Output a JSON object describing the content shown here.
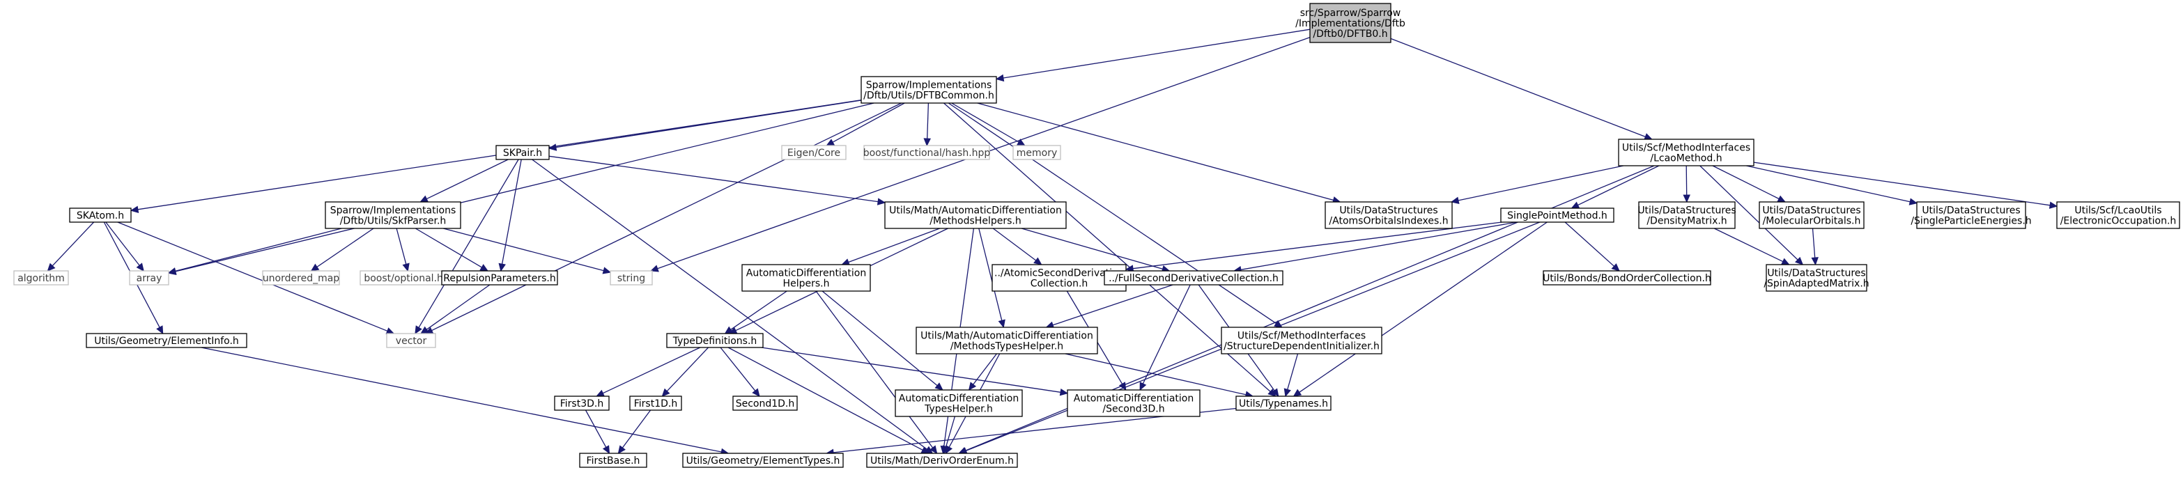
{
  "colors": {
    "edge": "#191970",
    "root_fill": "#bfbfbf",
    "node_border": "#000000",
    "system_border": "#bfbfbf",
    "system_text": "#404040",
    "node_text": "#000000"
  },
  "nodes": [
    {
      "id": "root",
      "lines": [
        "src/Sparrow/Sparrow",
        "/Implementations/Dftb",
        "/Dftb0/DFTB0.h"
      ],
      "kind": "root"
    },
    {
      "id": "dftbcommon",
      "lines": [
        "Sparrow/Implementations",
        "/Dftb/Utils/DFTBCommon.h"
      ],
      "kind": "file"
    },
    {
      "id": "lcaomethod",
      "lines": [
        "Utils/Scf/MethodInterfaces",
        "/LcaoMethod.h"
      ],
      "kind": "file"
    },
    {
      "id": "skpair",
      "lines": [
        "SKPair.h"
      ],
      "kind": "file"
    },
    {
      "id": "eigencore",
      "lines": [
        "Eigen/Core"
      ],
      "kind": "system"
    },
    {
      "id": "boosthash",
      "lines": [
        "boost/functional/hash.hpp"
      ],
      "kind": "system"
    },
    {
      "id": "memory",
      "lines": [
        "memory"
      ],
      "kind": "system"
    },
    {
      "id": "skatom",
      "lines": [
        "SKAtom.h"
      ],
      "kind": "file"
    },
    {
      "id": "skfparser",
      "lines": [
        "Sparrow/Implementations",
        "/Dftb/Utils/SkfParser.h"
      ],
      "kind": "file"
    },
    {
      "id": "methodshelpers",
      "lines": [
        "Utils/Math/AutomaticDifferentiation",
        "/MethodsHelpers.h"
      ],
      "kind": "file"
    },
    {
      "id": "atomsorbitals",
      "lines": [
        "Utils/DataStructures",
        "/AtomsOrbitalsIndexes.h"
      ],
      "kind": "file"
    },
    {
      "id": "singlepoint",
      "lines": [
        "SinglePointMethod.h"
      ],
      "kind": "file"
    },
    {
      "id": "densitymatrix",
      "lines": [
        "Utils/DataStructures",
        "/DensityMatrix.h"
      ],
      "kind": "file"
    },
    {
      "id": "molecularorbitals",
      "lines": [
        "Utils/DataStructures",
        "/MolecularOrbitals.h"
      ],
      "kind": "file"
    },
    {
      "id": "singleparticle",
      "lines": [
        "Utils/DataStructures",
        "/SingleParticleEnergies.h"
      ],
      "kind": "file"
    },
    {
      "id": "electronicocc",
      "lines": [
        "Utils/Scf/LcaoUtils",
        "/ElectronicOccupation.h"
      ],
      "kind": "file"
    },
    {
      "id": "algorithm",
      "lines": [
        "algorithm"
      ],
      "kind": "system"
    },
    {
      "id": "array",
      "lines": [
        "array"
      ],
      "kind": "system"
    },
    {
      "id": "unorderedmap",
      "lines": [
        "unordered_map"
      ],
      "kind": "system"
    },
    {
      "id": "boostoptional",
      "lines": [
        "boost/optional.hpp"
      ],
      "kind": "system"
    },
    {
      "id": "repulsion",
      "lines": [
        "RepulsionParameters.h"
      ],
      "kind": "file"
    },
    {
      "id": "string",
      "lines": [
        "string"
      ],
      "kind": "system"
    },
    {
      "id": "adhelpers",
      "lines": [
        "AutomaticDifferentiation",
        "Helpers.h"
      ],
      "kind": "file"
    },
    {
      "id": "atomicsecond",
      "lines": [
        "../AtomicSecondDerivative",
        "Collection.h"
      ],
      "kind": "file"
    },
    {
      "id": "fullsecond",
      "lines": [
        "../FullSecondDerivativeCollection.h"
      ],
      "kind": "file"
    },
    {
      "id": "bondorder",
      "lines": [
        "Utils/Bonds/BondOrderCollection.h"
      ],
      "kind": "file"
    },
    {
      "id": "spinadapted",
      "lines": [
        "Utils/DataStructures",
        "/SpinAdaptedMatrix.h"
      ],
      "kind": "file"
    },
    {
      "id": "elementinfo",
      "lines": [
        "Utils/Geometry/ElementInfo.h"
      ],
      "kind": "file"
    },
    {
      "id": "vector",
      "lines": [
        "vector"
      ],
      "kind": "system"
    },
    {
      "id": "typedefs",
      "lines": [
        "TypeDefinitions.h"
      ],
      "kind": "file"
    },
    {
      "id": "methodstypes",
      "lines": [
        "Utils/Math/AutomaticDifferentiation",
        "/MethodsTypesHelper.h"
      ],
      "kind": "file"
    },
    {
      "id": "structuredep",
      "lines": [
        "Utils/Scf/MethodInterfaces",
        "/StructureDependentInitializer.h"
      ],
      "kind": "file"
    },
    {
      "id": "first3d",
      "lines": [
        "First3D.h"
      ],
      "kind": "file"
    },
    {
      "id": "first1d",
      "lines": [
        "First1D.h"
      ],
      "kind": "file"
    },
    {
      "id": "second1d",
      "lines": [
        "Second1D.h"
      ],
      "kind": "file"
    },
    {
      "id": "adtypes",
      "lines": [
        "AutomaticDifferentiation",
        "TypesHelper.h"
      ],
      "kind": "file"
    },
    {
      "id": "second3d",
      "lines": [
        "AutomaticDifferentiation",
        "/Second3D.h"
      ],
      "kind": "file"
    },
    {
      "id": "typenames",
      "lines": [
        "Utils/Typenames.h"
      ],
      "kind": "file"
    },
    {
      "id": "firstbase",
      "lines": [
        "FirstBase.h"
      ],
      "kind": "file"
    },
    {
      "id": "elementtypes",
      "lines": [
        "Utils/Geometry/ElementTypes.h"
      ],
      "kind": "file"
    },
    {
      "id": "derivorder",
      "lines": [
        "Utils/Math/DerivOrderEnum.h"
      ],
      "kind": "file"
    }
  ],
  "edges": [
    [
      "root",
      "dftbcommon"
    ],
    [
      "root",
      "lcaomethod"
    ],
    [
      "root",
      "string"
    ],
    [
      "dftbcommon",
      "skpair"
    ],
    [
      "dftbcommon",
      "eigencore"
    ],
    [
      "dftbcommon",
      "boosthash"
    ],
    [
      "dftbcommon",
      "memory"
    ],
    [
      "dftbcommon",
      "skatom"
    ],
    [
      "dftbcommon",
      "array"
    ],
    [
      "dftbcommon",
      "atomsorbitals"
    ],
    [
      "dftbcommon",
      "vector"
    ],
    [
      "dftbcommon",
      "structuredep"
    ],
    [
      "dftbcommon",
      "typenames"
    ],
    [
      "skpair",
      "skfparser"
    ],
    [
      "skpair",
      "methodshelpers"
    ],
    [
      "skpair",
      "repulsion"
    ],
    [
      "skpair",
      "vector"
    ],
    [
      "skpair",
      "derivorder"
    ],
    [
      "skatom",
      "algorithm"
    ],
    [
      "skatom",
      "array"
    ],
    [
      "skatom",
      "elementinfo"
    ],
    [
      "skatom",
      "vector"
    ],
    [
      "skfparser",
      "array"
    ],
    [
      "skfparser",
      "unorderedmap"
    ],
    [
      "skfparser",
      "boostoptional"
    ],
    [
      "skfparser",
      "repulsion"
    ],
    [
      "skfparser",
      "string"
    ],
    [
      "methodshelpers",
      "adhelpers"
    ],
    [
      "methodshelpers",
      "atomicsecond"
    ],
    [
      "methodshelpers",
      "fullsecond"
    ],
    [
      "methodshelpers",
      "typedefs"
    ],
    [
      "methodshelpers",
      "methodstypes"
    ],
    [
      "methodshelpers",
      "derivorder"
    ],
    [
      "lcaomethod",
      "atomsorbitals"
    ],
    [
      "lcaomethod",
      "singlepoint"
    ],
    [
      "lcaomethod",
      "densitymatrix"
    ],
    [
      "lcaomethod",
      "molecularorbitals"
    ],
    [
      "lcaomethod",
      "singleparticle"
    ],
    [
      "lcaomethod",
      "electronicocc"
    ],
    [
      "lcaomethod",
      "spinadapted"
    ],
    [
      "lcaomethod",
      "derivorder"
    ],
    [
      "singlepoint",
      "atomicsecond"
    ],
    [
      "singlepoint",
      "fullsecond"
    ],
    [
      "singlepoint",
      "bondorder"
    ],
    [
      "singlepoint",
      "typenames"
    ],
    [
      "singlepoint",
      "derivorder"
    ],
    [
      "densitymatrix",
      "spinadapted"
    ],
    [
      "molecularorbitals",
      "spinadapted"
    ],
    [
      "repulsion",
      "vector"
    ],
    [
      "adhelpers",
      "typedefs"
    ],
    [
      "adhelpers",
      "adtypes"
    ],
    [
      "adhelpers",
      "derivorder"
    ],
    [
      "atomicsecond",
      "second3d"
    ],
    [
      "fullsecond",
      "methodstypes"
    ],
    [
      "fullsecond",
      "second3d"
    ],
    [
      "fullsecond",
      "typenames"
    ],
    [
      "typedefs",
      "first3d"
    ],
    [
      "typedefs",
      "first1d"
    ],
    [
      "typedefs",
      "second1d"
    ],
    [
      "typedefs",
      "second3d"
    ],
    [
      "typedefs",
      "derivorder"
    ],
    [
      "methodstypes",
      "adtypes"
    ],
    [
      "methodstypes",
      "typenames"
    ],
    [
      "methodstypes",
      "derivorder"
    ],
    [
      "structuredep",
      "typenames"
    ],
    [
      "elementinfo",
      "elementtypes"
    ],
    [
      "first3d",
      "firstbase"
    ],
    [
      "first1d",
      "firstbase"
    ],
    [
      "adtypes",
      "derivorder"
    ],
    [
      "typenames",
      "elementtypes"
    ]
  ]
}
